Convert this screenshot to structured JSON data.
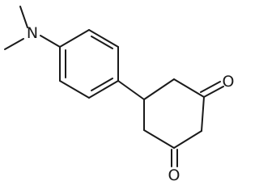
{
  "atoms": {
    "nitrogen": "N",
    "oxygen_top": "O",
    "oxygen_bottom": "O"
  },
  "colors": {
    "bond": "#1a1a1a",
    "background": "#ffffff"
  }
}
